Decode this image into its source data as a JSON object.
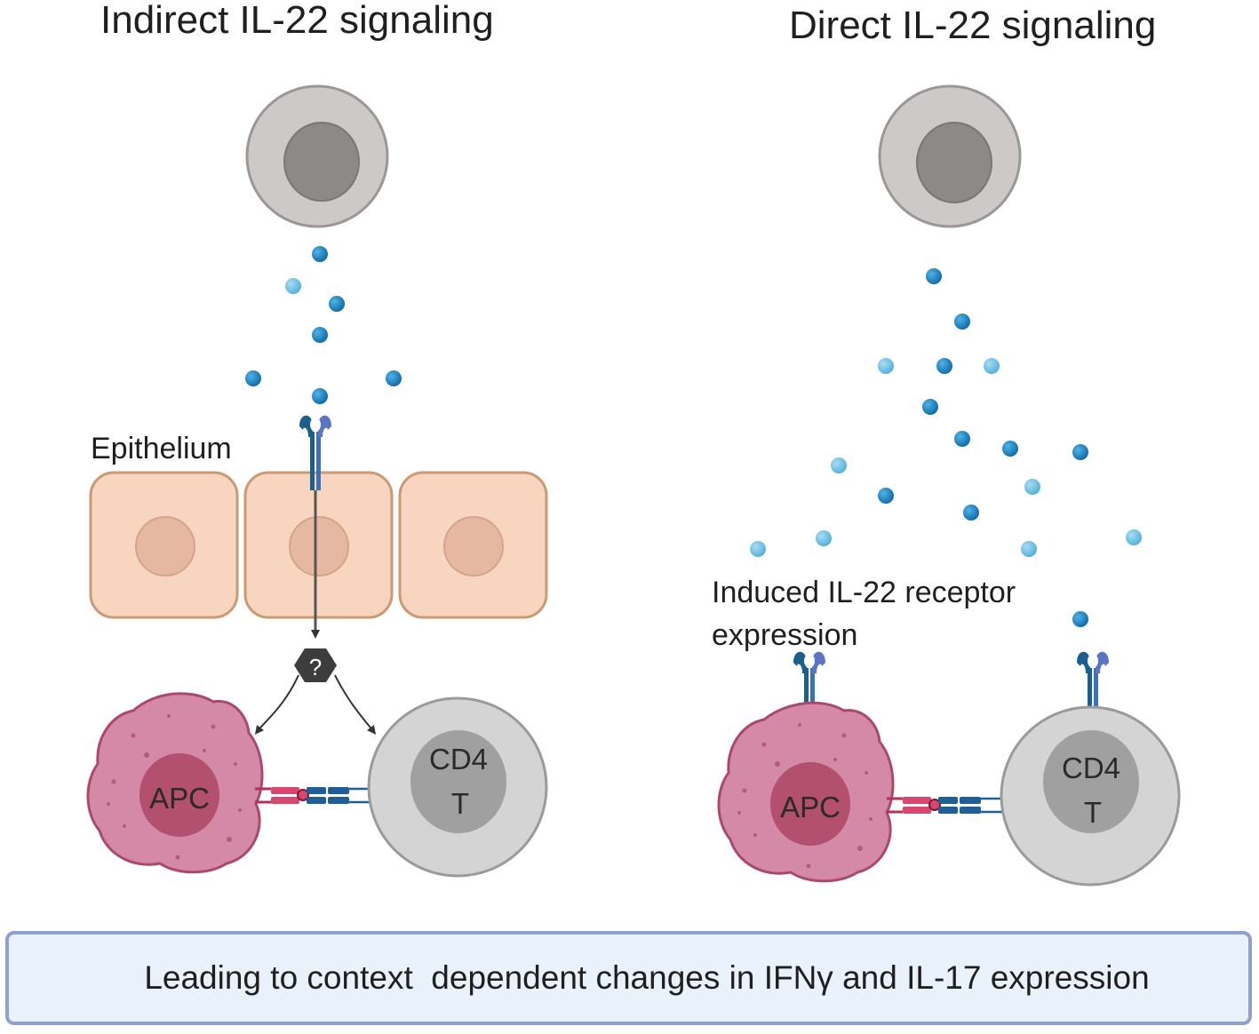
{
  "panels": {
    "left": {
      "title": "Indirect IL-22 signaling",
      "epithelium_label": "Epithelium",
      "unknown_mediator_symbol": "?",
      "apc_label": "APC",
      "t_cell_label_line1": "CD4",
      "t_cell_label_line2": "T"
    },
    "right": {
      "title": "Direct IL-22 signaling",
      "receptor_label_line1": "Induced IL-22 receptor",
      "receptor_label_line2": "expression",
      "apc_label": "APC",
      "t_cell_label_line1": "CD4",
      "t_cell_label_line2": "T"
    }
  },
  "summary": {
    "text": "Leading to context  dependent changes in IFNγ and IL-17 expression"
  },
  "colors": {
    "il22_dark": "#1b7fc0",
    "il22_light": "#6fc2e8",
    "epithelium_fill": "#f7d5bf",
    "epithelium_border": "#c99a73",
    "apc_fill": "#d48aa6",
    "apc_nucleus": "#b3506f",
    "t_cell_fill": "#d4d4d4",
    "t_cell_nucleus": "#a0a0a0",
    "summary_fill": "#e9f1fb",
    "summary_border": "#8fa2cf"
  }
}
